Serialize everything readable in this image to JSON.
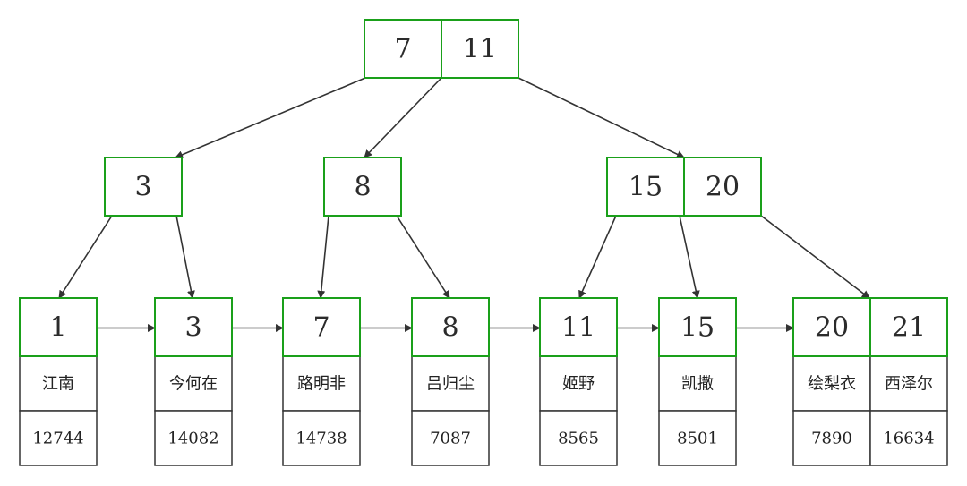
{
  "colors": {
    "key_border": "#1aa01a",
    "data_border": "#333333",
    "edge": "#333333",
    "text": "#2b2b2b"
  },
  "tree": {
    "root": {
      "keys": [
        "7",
        "11"
      ]
    },
    "internal": [
      {
        "keys": [
          "3"
        ]
      },
      {
        "keys": [
          "8"
        ]
      },
      {
        "keys": [
          "15",
          "20"
        ]
      }
    ],
    "leaves": [
      {
        "keys": [
          "1"
        ],
        "rows": [
          {
            "name": "江南",
            "value": "12744"
          }
        ]
      },
      {
        "keys": [
          "3"
        ],
        "rows": [
          {
            "name": "今何在",
            "value": "14082"
          }
        ]
      },
      {
        "keys": [
          "7"
        ],
        "rows": [
          {
            "name": "路明非",
            "value": "14738"
          }
        ]
      },
      {
        "keys": [
          "8"
        ],
        "rows": [
          {
            "name": "吕归尘",
            "value": "7087"
          }
        ]
      },
      {
        "keys": [
          "11"
        ],
        "rows": [
          {
            "name": "姬野",
            "value": "8565"
          }
        ]
      },
      {
        "keys": [
          "15"
        ],
        "rows": [
          {
            "name": "凯撒",
            "value": "8501"
          }
        ]
      },
      {
        "keys": [
          "20",
          "21"
        ],
        "rows": [
          {
            "name": "绘梨衣",
            "value": "7890"
          },
          {
            "name": "西泽尔",
            "value": "16634"
          }
        ]
      }
    ]
  }
}
